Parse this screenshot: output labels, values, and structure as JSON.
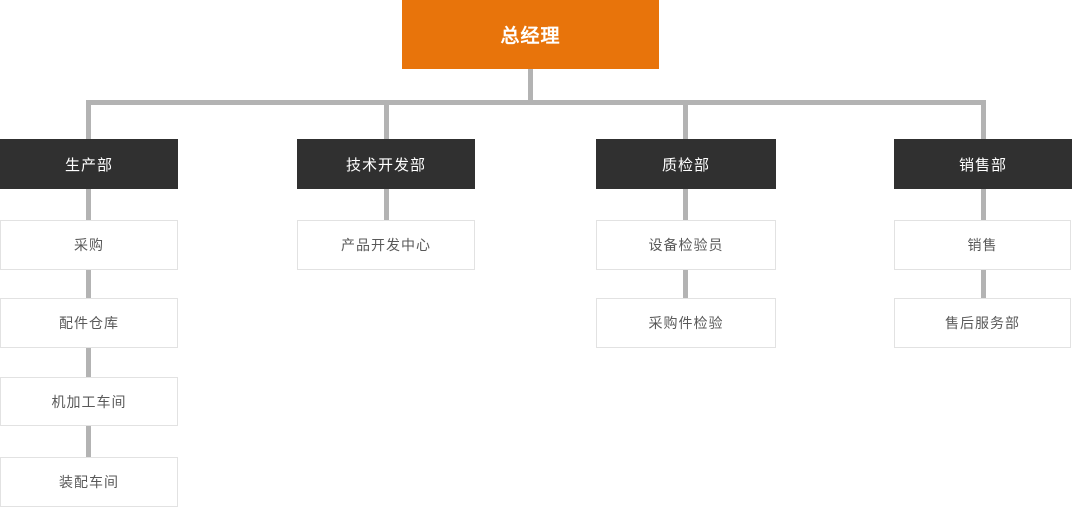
{
  "root": {
    "label": "总经理"
  },
  "columns": [
    {
      "dept": {
        "label": "生产部"
      },
      "children": [
        {
          "label": "采购"
        },
        {
          "label": "配件仓库"
        },
        {
          "label": "机加工车间"
        },
        {
          "label": "装配车间"
        }
      ]
    },
    {
      "dept": {
        "label": "技术开发部"
      },
      "children": [
        {
          "label": "产品开发中心"
        }
      ]
    },
    {
      "dept": {
        "label": "质检部"
      },
      "children": [
        {
          "label": "设备检验员"
        },
        {
          "label": "采购件检验"
        }
      ]
    },
    {
      "dept": {
        "label": "销售部"
      },
      "children": [
        {
          "label": "销售"
        },
        {
          "label": "售后服务部"
        }
      ]
    }
  ],
  "colors": {
    "root_bg": "#E8740B",
    "root_text": "#FFFFFF",
    "dept_bg": "#303030",
    "dept_text": "#FFFFFF",
    "leaf_bg": "#FFFFFF",
    "leaf_border": "#E2E2E2",
    "leaf_text": "#595959",
    "connector": "#B3B3B3"
  }
}
